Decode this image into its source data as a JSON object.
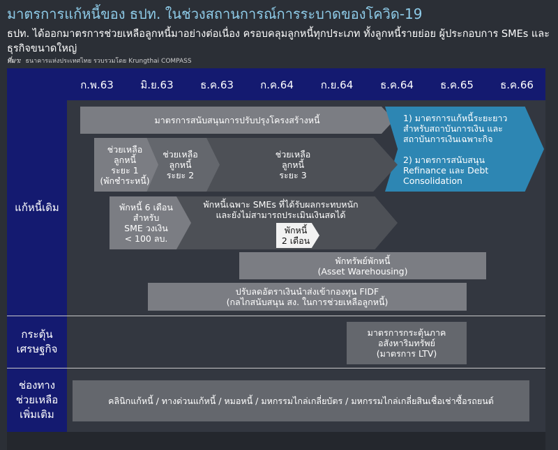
{
  "header": {
    "title": "มาตรการแก้หนี้ของ ธปท. ในช่วงสถานการณ์การระบาดของโควิด-19",
    "subtitle": "ธปท. ได้ออกมาตรการช่วยเหลือลูกหนี้มาอย่างต่อเนื่อง ครอบคลุมลูกหนี้ทุกประเภท ทั้งลูกหนี้รายย่อย ผู้ประกอบการ SMEs และธุรกิจขนาดใหญ่",
    "source_label": "ที่มา:",
    "source_text": "ธนาคารแห่งประเทศไทย รวบรวมโดย Krungthai COMPASS"
  },
  "timeline": [
    "ก.พ.63",
    "มิ.ย.63",
    "ธ.ค.63",
    "ก.ค.64",
    "ก.ย.64",
    "ธ.ค.64",
    "ธ.ค.65",
    "ธ.ค.66"
  ],
  "rows": {
    "debt": "แก้หนี้เดิม",
    "stimulus": "กระตุ้น\nเศรษฐกิจ",
    "channels": "ช่องทาง\nช่วยเหลือ\nเพิ่มเติม"
  },
  "measures": {
    "restructure": "มาตรการสนับสนุนการปรับปรุงโครงสร้างหนี้",
    "longterm": "1)  มาตรการแก้หนี้ระยะยาว\n     สำหรับสถาบันการเงิน และ\n     สถาบันการเงินเฉพาะกิจ\n\n2)  มาตรการสนับสนุน\n     Refinance และ Debt\n     Consolidation",
    "phase1": "ช่วยเหลือ\nลูกหนี้\nระยะ 1\n(พักชำระหนี้)",
    "phase2": "ช่วยเหลือ\nลูกหนี้\nระยะ 2",
    "phase3": "ช่วยเหลือ\nลูกหนี้\nระยะ 3",
    "sme6": "พักหนี้ 6 เดือน\nสำหรับ\nSME วงเงิน\n< 100 ลบ.",
    "sme_affected": "พักหนี้เฉพาะ SMEs ที่ได้รับผลกระทบหนัก\nและยังไม่สามารถประเมินเงินสดได้",
    "pause2": "พักหนี้\n2 เดือน",
    "asset_warehousing": "พักทรัพย์พักหนี้\n(Asset Warehousing)",
    "fidf": "ปรับลดอัตราเงินนำส่งเข้ากองทุน FIDF\n(กลไกสนับสนุน สง. ในการช่วยเหลือลูกหนี้)",
    "ltv": "มาตรการกระตุ้นภาค\nอสังหาริมทรัพย์\n(มาตรการ LTV)",
    "channels_text": "คลินิกแก้หนี้ / ทางด่วนแก้หนี้ / หมอหนี้ / มหกรรมไกล่เกลี่ยบัตร / มหกรรมไกล่เกลี่ยสินเชื่อเช่าซื้อรถยนต์"
  },
  "colors": {
    "title": "#8ecbe8",
    "navy": "#141a70",
    "accent_blue": "#2d86b3",
    "background": "#2b2f36"
  }
}
